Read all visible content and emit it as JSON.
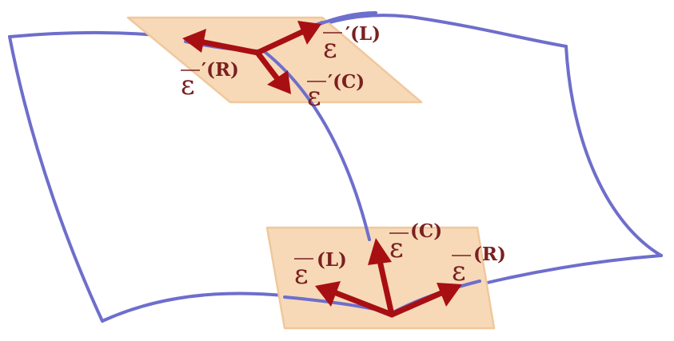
{
  "labels": {
    "top_left": {
      "symbol": "ε",
      "superscript": "′(L)"
    },
    "top_right": {
      "symbol": "ε",
      "superscript": "′(R)"
    },
    "top_center": {
      "symbol": "ε",
      "superscript": "′(C)"
    },
    "bottom_left": {
      "symbol": "ε",
      "superscript": "(L)"
    },
    "bottom_center": {
      "symbol": "ε",
      "superscript": "(C)"
    },
    "bottom_right": {
      "symbol": "ε",
      "superscript": "(R)"
    }
  },
  "colors": {
    "plane_fill": "#f7d9b8",
    "surface_outline": "#6e6ecc",
    "arrow": "#a80f12",
    "label_text": "#7a2020"
  }
}
